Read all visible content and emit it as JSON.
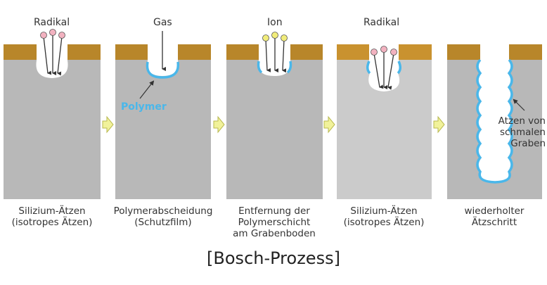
{
  "steps": [
    {
      "top_label": "Radikal",
      "caption": [
        "Silizium-Ätzen",
        "(isotropes Ätzen)"
      ]
    },
    {
      "top_label": "Gas",
      "caption": [
        "Polymerabscheidung",
        "(Schutzfilm)"
      ]
    },
    {
      "top_label": "Ion",
      "caption": [
        "Entfernung der",
        "Polymerschicht",
        "am Grabenboden"
      ]
    },
    {
      "top_label": "Radikal",
      "caption": [
        "Silizium-Ätzen",
        "(isotropes Ätzen)"
      ]
    },
    {
      "top_label": "",
      "caption": [
        "wiederholter",
        "Ätzschritt"
      ]
    }
  ],
  "polymer_label": "Polymer",
  "narrow_trench_label": [
    "Atzen von",
    "schmalen",
    "Graben"
  ],
  "title": "[Bosch-Prozess]",
  "colors": {
    "silicon": "#b8b8b8",
    "silicon_light": "#cbcbcb",
    "mask": "#b8862a",
    "polymer": "#4ab7ea",
    "arrow_step": "#f1f29a",
    "radical_particle": "#f2b2c0",
    "ion_particle": "#f1ec7a"
  },
  "icons": [
    "step-arrow-icon",
    "radical-particle-icon",
    "ion-particle-icon",
    "down-arrow-icon"
  ]
}
